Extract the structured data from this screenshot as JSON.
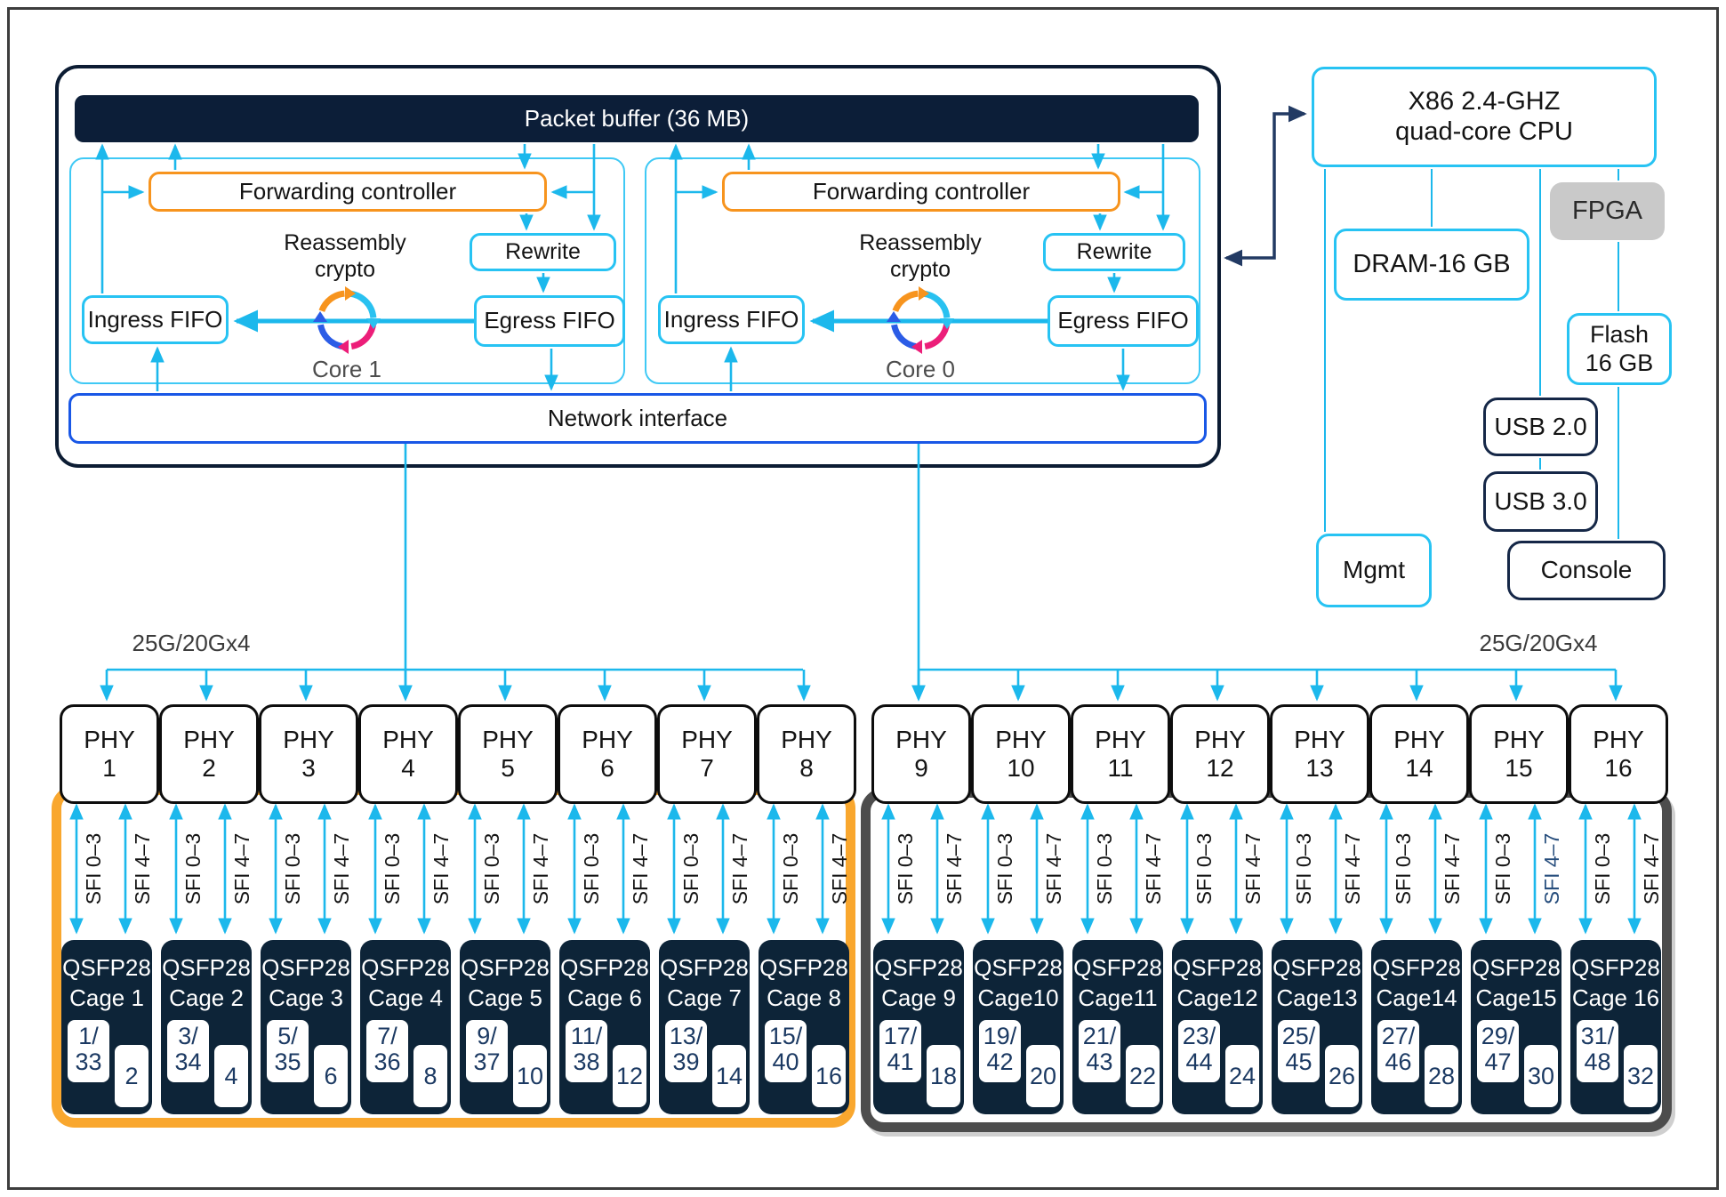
{
  "blocks": {
    "packet_buffer": "Packet buffer (36 MB)",
    "network_interface": "Network interface"
  },
  "cores": [
    {
      "forwarding_controller": "Forwarding controller",
      "rewrite": "Rewrite",
      "egress": "Egress FIFO",
      "ingress": "Ingress FIFO",
      "reassembly_line1": "Reassembly",
      "reassembly_line2": "crypto",
      "core_label": "Core 1"
    },
    {
      "forwarding_controller": "Forwarding controller",
      "rewrite": "Rewrite",
      "egress": "Egress FIFO",
      "ingress": "Ingress FIFO",
      "reassembly_line1": "Reassembly",
      "reassembly_line2": "crypto",
      "core_label": "Core 0"
    }
  ],
  "cpu": {
    "line1": "X86 2.4-GHZ",
    "line2": "quad-core CPU"
  },
  "peripherals": {
    "fpga": "FPGA",
    "dram": "DRAM-16 GB",
    "flash_line1": "Flash",
    "flash_line2": "16 GB",
    "usb2": "USB 2.0",
    "usb3": "USB 3.0",
    "mgmt": "Mgmt",
    "console": "Console"
  },
  "links": {
    "left_label": "25G/20Gx4",
    "right_label": "25G/20Gx4"
  },
  "phys": [
    {
      "name": "PHY",
      "num": "1",
      "sfi_a": "SFI 0–3",
      "sfi_b": "SFI 4–7",
      "sfi_b_highlight": false
    },
    {
      "name": "PHY",
      "num": "2",
      "sfi_a": "SFI 0–3",
      "sfi_b": "SFI 4–7",
      "sfi_b_highlight": false
    },
    {
      "name": "PHY",
      "num": "3",
      "sfi_a": "SFI 0–3",
      "sfi_b": "SFI 4–7",
      "sfi_b_highlight": false
    },
    {
      "name": "PHY",
      "num": "4",
      "sfi_a": "SFI 0–3",
      "sfi_b": "SFI 4–7",
      "sfi_b_highlight": false
    },
    {
      "name": "PHY",
      "num": "5",
      "sfi_a": "SFI 0–3",
      "sfi_b": "SFI 4–7",
      "sfi_b_highlight": false
    },
    {
      "name": "PHY",
      "num": "6",
      "sfi_a": "SFI 0–3",
      "sfi_b": "SFI 4–7",
      "sfi_b_highlight": false
    },
    {
      "name": "PHY",
      "num": "7",
      "sfi_a": "SFI 0–3",
      "sfi_b": "SFI 4–7",
      "sfi_b_highlight": false
    },
    {
      "name": "PHY",
      "num": "8",
      "sfi_a": "SFI 0–3",
      "sfi_b": "SFI 4–7",
      "sfi_b_highlight": false
    },
    {
      "name": "PHY",
      "num": "9",
      "sfi_a": "SFI 0–3",
      "sfi_b": "SFI 4–7",
      "sfi_b_highlight": false
    },
    {
      "name": "PHY",
      "num": "10",
      "sfi_a": "SFI 0–3",
      "sfi_b": "SFI 4–7",
      "sfi_b_highlight": false
    },
    {
      "name": "PHY",
      "num": "11",
      "sfi_a": "SFI 0–3",
      "sfi_b": "SFI 4–7",
      "sfi_b_highlight": false
    },
    {
      "name": "PHY",
      "num": "12",
      "sfi_a": "SFI 0–3",
      "sfi_b": "SFI 4–7",
      "sfi_b_highlight": false
    },
    {
      "name": "PHY",
      "num": "13",
      "sfi_a": "SFI 0–3",
      "sfi_b": "SFI 4–7",
      "sfi_b_highlight": false
    },
    {
      "name": "PHY",
      "num": "14",
      "sfi_a": "SFI 0–3",
      "sfi_b": "SFI 4–7",
      "sfi_b_highlight": false
    },
    {
      "name": "PHY",
      "num": "15",
      "sfi_a": "SFI 0–3",
      "sfi_b": "SFI 4–7",
      "sfi_b_highlight": true
    },
    {
      "name": "PHY",
      "num": "16",
      "sfi_a": "SFI 0–3",
      "sfi_b": "SFI 4–7",
      "sfi_b_highlight": false
    }
  ],
  "cages": [
    {
      "line1": "QSFP28",
      "line2": "Cage 1",
      "port_a_top": "1/",
      "port_a_bottom": "33",
      "port_b": "2"
    },
    {
      "line1": "QSFP28",
      "line2": "Cage 2",
      "port_a_top": "3/",
      "port_a_bottom": "34",
      "port_b": "4"
    },
    {
      "line1": "QSFP28",
      "line2": "Cage 3",
      "port_a_top": "5/",
      "port_a_bottom": "35",
      "port_b": "6"
    },
    {
      "line1": "QSFP28",
      "line2": "Cage 4",
      "port_a_top": "7/",
      "port_a_bottom": "36",
      "port_b": "8"
    },
    {
      "line1": "QSFP28",
      "line2": "Cage 5",
      "port_a_top": "9/",
      "port_a_bottom": "37",
      "port_b": "10"
    },
    {
      "line1": "QSFP28",
      "line2": "Cage 6",
      "port_a_top": "11/",
      "port_a_bottom": "38",
      "port_b": "12"
    },
    {
      "line1": "QSFP28",
      "line2": "Cage 7",
      "port_a_top": "13/",
      "port_a_bottom": "39",
      "port_b": "14"
    },
    {
      "line1": "QSFP28",
      "line2": "Cage 8",
      "port_a_top": "15/",
      "port_a_bottom": "40",
      "port_b": "16"
    },
    {
      "line1": "QSFP28",
      "line2": "Cage 9",
      "port_a_top": "17/",
      "port_a_bottom": "41",
      "port_b": "18"
    },
    {
      "line1": "QSFP28",
      "line2": "Cage10",
      "port_a_top": "19/",
      "port_a_bottom": "42",
      "port_b": "20"
    },
    {
      "line1": "QSFP28",
      "line2": "Cage11",
      "port_a_top": "21/",
      "port_a_bottom": "43",
      "port_b": "22"
    },
    {
      "line1": "QSFP28",
      "line2": "Cage12",
      "port_a_top": "23/",
      "port_a_bottom": "44",
      "port_b": "24"
    },
    {
      "line1": "QSFP28",
      "line2": "Cage13",
      "port_a_top": "25/",
      "port_a_bottom": "45",
      "port_b": "26"
    },
    {
      "line1": "QSFP28",
      "line2": "Cage14",
      "port_a_top": "27/",
      "port_a_bottom": "46",
      "port_b": "28"
    },
    {
      "line1": "QSFP28",
      "line2": "Cage15",
      "port_a_top": "29/",
      "port_a_bottom": "47",
      "port_b": "30"
    },
    {
      "line1": "QSFP28",
      "line2": "Cage 16",
      "port_a_top": "31/",
      "port_a_bottom": "48",
      "port_b": "32"
    }
  ],
  "colors": {
    "cyan_line": "#1cb8ec",
    "cyan_border": "#27c3f3",
    "orange": "#f7941e",
    "group_orange": "#f9a72e",
    "group_gray": "#4d4d4d",
    "navy_fill": "#0c1e38",
    "cage_fill": "#0d2438",
    "network_blue": "#1957e6",
    "dark_connector": "#223a63",
    "core_magenta": "#ec1e79",
    "core_blue": "#2b5ce6",
    "sfi_highlight": "#274e7d"
  }
}
